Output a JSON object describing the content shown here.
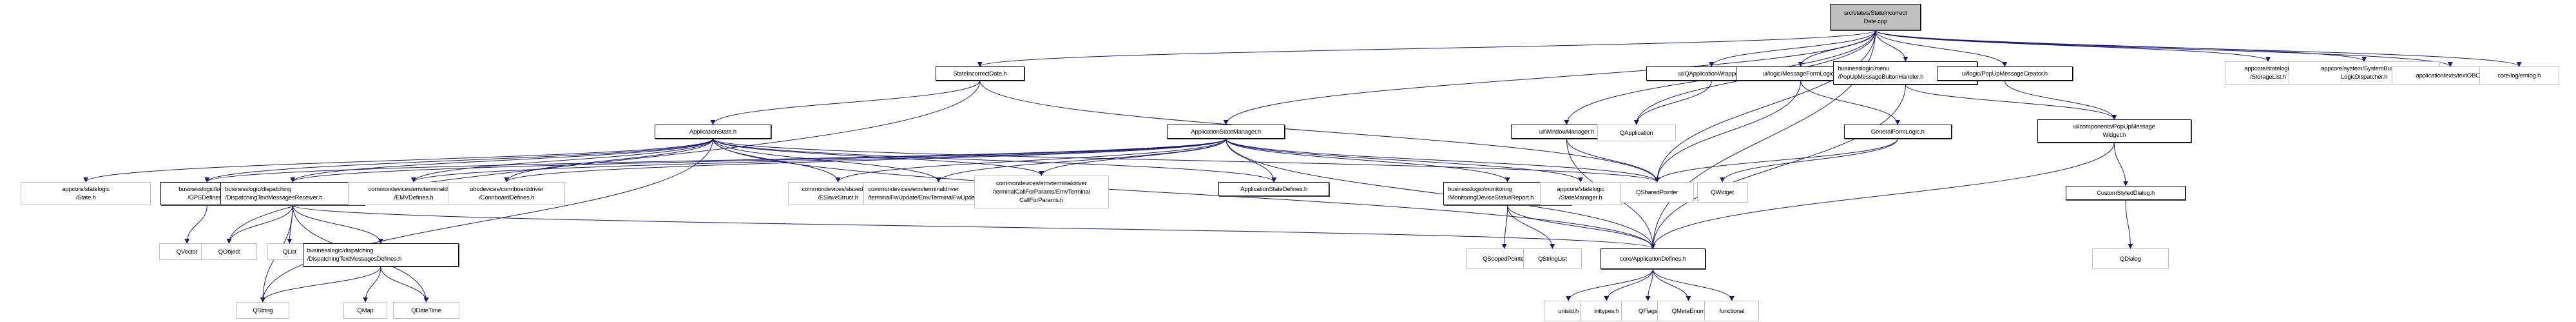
{
  "title": "Include dependency graph for src/states/StateIncorrectDate.cpp",
  "colors": {
    "edge": "#191970",
    "root_fill": "#bfbfbf",
    "local_border": "#000000",
    "external_border": "#bfbfbf"
  },
  "nodes": [
    {
      "id": "root",
      "label": "src/states/StateIncorrect\nDate.cpp",
      "kind": "root"
    },
    {
      "id": "sid",
      "label": "StateIncorrectDate.h",
      "kind": "local"
    },
    {
      "id": "qappwrap",
      "label": "ui/QApplicationWrapper.h",
      "kind": "local"
    },
    {
      "id": "msgform",
      "label": "ui/logic/MessageFormLogic.h",
      "kind": "local"
    },
    {
      "id": "popbtn",
      "label": "businesslogic/menu\n/PopUpMessageButtonHandler.h",
      "kind": "local"
    },
    {
      "id": "popcreator",
      "label": "ui/logic/PopUpMessageCreator.h",
      "kind": "local"
    },
    {
      "id": "storagelist",
      "label": "appcore/statelogic\n/StorageList.h",
      "kind": "external"
    },
    {
      "id": "sysbl",
      "label": "appcore/system/SystemBusiness\nLogicDispatcher.h",
      "kind": "external"
    },
    {
      "id": "textobc",
      "label": "applicationtexts/textOBC.h",
      "kind": "external"
    },
    {
      "id": "emlog",
      "label": "core/log/emlog.h",
      "kind": "external"
    },
    {
      "id": "appstate",
      "label": "ApplicationState.h",
      "kind": "local"
    },
    {
      "id": "appsm",
      "label": "ApplicationStateManager.h",
      "kind": "local"
    },
    {
      "id": "winmgr",
      "label": "ui/WindowManager.h",
      "kind": "local"
    },
    {
      "id": "qapp",
      "label": "QApplication",
      "kind": "external"
    },
    {
      "id": "genform",
      "label": "GeneralFormLogic.h",
      "kind": "local"
    },
    {
      "id": "popwidget",
      "label": "ui/components/PopUpMessage\nWidget.h",
      "kind": "local"
    },
    {
      "id": "state",
      "label": "appcore/statelogic\n/State.h",
      "kind": "external"
    },
    {
      "id": "gps",
      "label": "businesslogic/location\n/GPSDefines.h",
      "kind": "local"
    },
    {
      "id": "dtmr",
      "label": "businesslogic/dispatching\n/DispatchingTextMessagesReceiver.h",
      "kind": "local"
    },
    {
      "id": "emvdef",
      "label": "commondevices/emvterminaldriver\n/EMVDefines.h",
      "kind": "external"
    },
    {
      "id": "connboard",
      "label": "obcdevices/connboarddriver\n/ConnboardDefines.h",
      "kind": "external"
    },
    {
      "id": "eslave",
      "label": "commondevices/slavedriver\n/ESlaveStruct.h",
      "kind": "external"
    },
    {
      "id": "emvfw",
      "label": "commondevices/emvterminaldriver\n/terminalFwUpdate/EmvTerminalFwUpdate.h",
      "kind": "external"
    },
    {
      "id": "emvcall",
      "label": "commondevices/emvterminaldriver\n/terminalCallForParams/EmvTerminal\nCallForParams.h",
      "kind": "external"
    },
    {
      "id": "asdef",
      "label": "ApplicationStateDefines.h",
      "kind": "local"
    },
    {
      "id": "monitor",
      "label": "businesslogic/monitoring\n/MonitoringDeviceStatusReport.h",
      "kind": "local"
    },
    {
      "id": "statemgr",
      "label": "appcore/statelogic\n/StateManager.h",
      "kind": "external"
    },
    {
      "id": "qshared",
      "label": "QSharedPointer",
      "kind": "external"
    },
    {
      "id": "qwidget",
      "label": "QWidget",
      "kind": "external"
    },
    {
      "id": "customdlg",
      "label": "CustomStyledDialog.h",
      "kind": "local"
    },
    {
      "id": "qvector",
      "label": "QVector",
      "kind": "external"
    },
    {
      "id": "qobject",
      "label": "QObject",
      "kind": "external"
    },
    {
      "id": "qlist",
      "label": "QList",
      "kind": "external"
    },
    {
      "id": "dtmd",
      "label": "businesslogic/dispatching\n/DispatchingTextMessagesDefines.h",
      "kind": "local"
    },
    {
      "id": "qscoped",
      "label": "QScopedPointer",
      "kind": "external"
    },
    {
      "id": "qstringlist",
      "label": "QStringList",
      "kind": "external"
    },
    {
      "id": "appdefs",
      "label": "core/ApplicationDefines.h",
      "kind": "local"
    },
    {
      "id": "qdialog",
      "label": "QDialog",
      "kind": "external"
    },
    {
      "id": "qstring",
      "label": "QString",
      "kind": "external"
    },
    {
      "id": "qmap",
      "label": "QMap",
      "kind": "external"
    },
    {
      "id": "qdatetime",
      "label": "QDateTime",
      "kind": "external"
    },
    {
      "id": "unistd",
      "label": "unistd.h",
      "kind": "external"
    },
    {
      "id": "inttypes",
      "label": "inttypes.h",
      "kind": "external"
    },
    {
      "id": "qflags",
      "label": "QFlags",
      "kind": "external"
    },
    {
      "id": "qmetaenum",
      "label": "QMetaEnum",
      "kind": "external"
    },
    {
      "id": "functional",
      "label": "functional",
      "kind": "external"
    }
  ],
  "edges": [
    [
      "root",
      "sid"
    ],
    [
      "root",
      "qappwrap"
    ],
    [
      "root",
      "msgform"
    ],
    [
      "root",
      "popbtn"
    ],
    [
      "root",
      "popcreator"
    ],
    [
      "root",
      "storagelist"
    ],
    [
      "root",
      "sysbl"
    ],
    [
      "root",
      "textobc"
    ],
    [
      "root",
      "emlog"
    ],
    [
      "root",
      "appsm"
    ],
    [
      "root",
      "winmgr"
    ],
    [
      "root",
      "qapp"
    ],
    [
      "root",
      "qshared"
    ],
    [
      "root",
      "appdefs"
    ],
    [
      "sid",
      "appstate"
    ],
    [
      "sid",
      "qobject"
    ],
    [
      "sid",
      "qshared"
    ],
    [
      "appstate",
      "state"
    ],
    [
      "appstate",
      "gps"
    ],
    [
      "appstate",
      "dtmr"
    ],
    [
      "appstate",
      "emvdef"
    ],
    [
      "appstate",
      "connboard"
    ],
    [
      "appstate",
      "eslave"
    ],
    [
      "appstate",
      "emvfw"
    ],
    [
      "appstate",
      "emvcall"
    ],
    [
      "appstate",
      "asdef"
    ],
    [
      "appstate",
      "qshared"
    ],
    [
      "appstate",
      "appdefs"
    ],
    [
      "appstate",
      "qstring"
    ],
    [
      "appsm",
      "gps"
    ],
    [
      "appsm",
      "dtmr"
    ],
    [
      "appsm",
      "emvdef"
    ],
    [
      "appsm",
      "connboard"
    ],
    [
      "appsm",
      "eslave"
    ],
    [
      "appsm",
      "emvfw"
    ],
    [
      "appsm",
      "emvcall"
    ],
    [
      "appsm",
      "asdef"
    ],
    [
      "appsm",
      "monitor"
    ],
    [
      "appsm",
      "statemgr"
    ],
    [
      "appsm",
      "qshared"
    ],
    [
      "appsm",
      "appdefs"
    ],
    [
      "qappwrap",
      "qapp"
    ],
    [
      "winmgr",
      "qshared"
    ],
    [
      "winmgr",
      "appdefs"
    ],
    [
      "msgform",
      "qshared"
    ],
    [
      "msgform",
      "genform"
    ],
    [
      "genform",
      "qshared"
    ],
    [
      "genform",
      "qwidget"
    ],
    [
      "popbtn",
      "popwidget"
    ],
    [
      "popbtn",
      "appdefs"
    ],
    [
      "popcreator",
      "popwidget"
    ],
    [
      "popwidget",
      "customdlg"
    ],
    [
      "popwidget",
      "appdefs"
    ],
    [
      "customdlg",
      "qdialog"
    ],
    [
      "gps",
      "qvector"
    ],
    [
      "dtmr",
      "qobject"
    ],
    [
      "dtmr",
      "qstring"
    ],
    [
      "dtmr",
      "qlist"
    ],
    [
      "dtmr",
      "dtmd"
    ],
    [
      "dtmr",
      "qdatetime"
    ],
    [
      "dtmr",
      "appdefs"
    ],
    [
      "dtmd",
      "qstring"
    ],
    [
      "dtmd",
      "qmap"
    ],
    [
      "dtmd",
      "qdatetime"
    ],
    [
      "monitor",
      "qscoped"
    ],
    [
      "monitor",
      "qstringlist"
    ],
    [
      "monitor",
      "appdefs"
    ],
    [
      "appdefs",
      "unistd"
    ],
    [
      "appdefs",
      "inttypes"
    ],
    [
      "appdefs",
      "qflags"
    ],
    [
      "appdefs",
      "qmetaenum"
    ],
    [
      "appdefs",
      "functional"
    ]
  ]
}
